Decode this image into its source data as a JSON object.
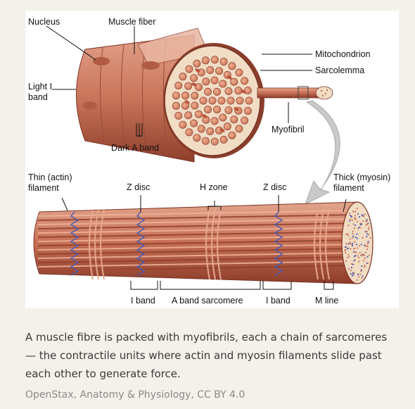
{
  "figure": {
    "labels": {
      "nucleus": "Nucleus",
      "muscle_fiber": "Muscle fiber",
      "mitochondrion": "Mitochondrion",
      "sarcolemma": "Sarcolemma",
      "light_i_band_line1": "Light I",
      "light_i_band_line2": "band",
      "myofibril": "Myofibril",
      "dark_a_band": "Dark A band",
      "thin_filament_line1": "Thin (actin)",
      "thin_filament_line2": "filament",
      "z_disc_left": "Z disc",
      "h_zone": "H zone",
      "z_disc_right": "Z disc",
      "thick_filament_line1": "Thick (myosin)",
      "thick_filament_line2": "filament",
      "i_band_left": "I band",
      "a_band_sarcomere": "A band sarcomere",
      "i_band_right": "I band",
      "m_line": "M line"
    },
    "colors": {
      "muscle": "#c8745a",
      "muscle_dark": "#9c4a35",
      "cross_section": "#f1dcc4",
      "myofibril_dot": "#d98b6a",
      "z_disc": "#4a5bb0",
      "arrow": "#c9c9c9"
    }
  },
  "caption": "A muscle fibre is packed with myofibrils, each a chain of sarcomeres — the contractile units where actin and myosin filaments slide past each other to generate force.",
  "credit": "OpenStax, Anatomy & Physiology, CC BY 4.0"
}
